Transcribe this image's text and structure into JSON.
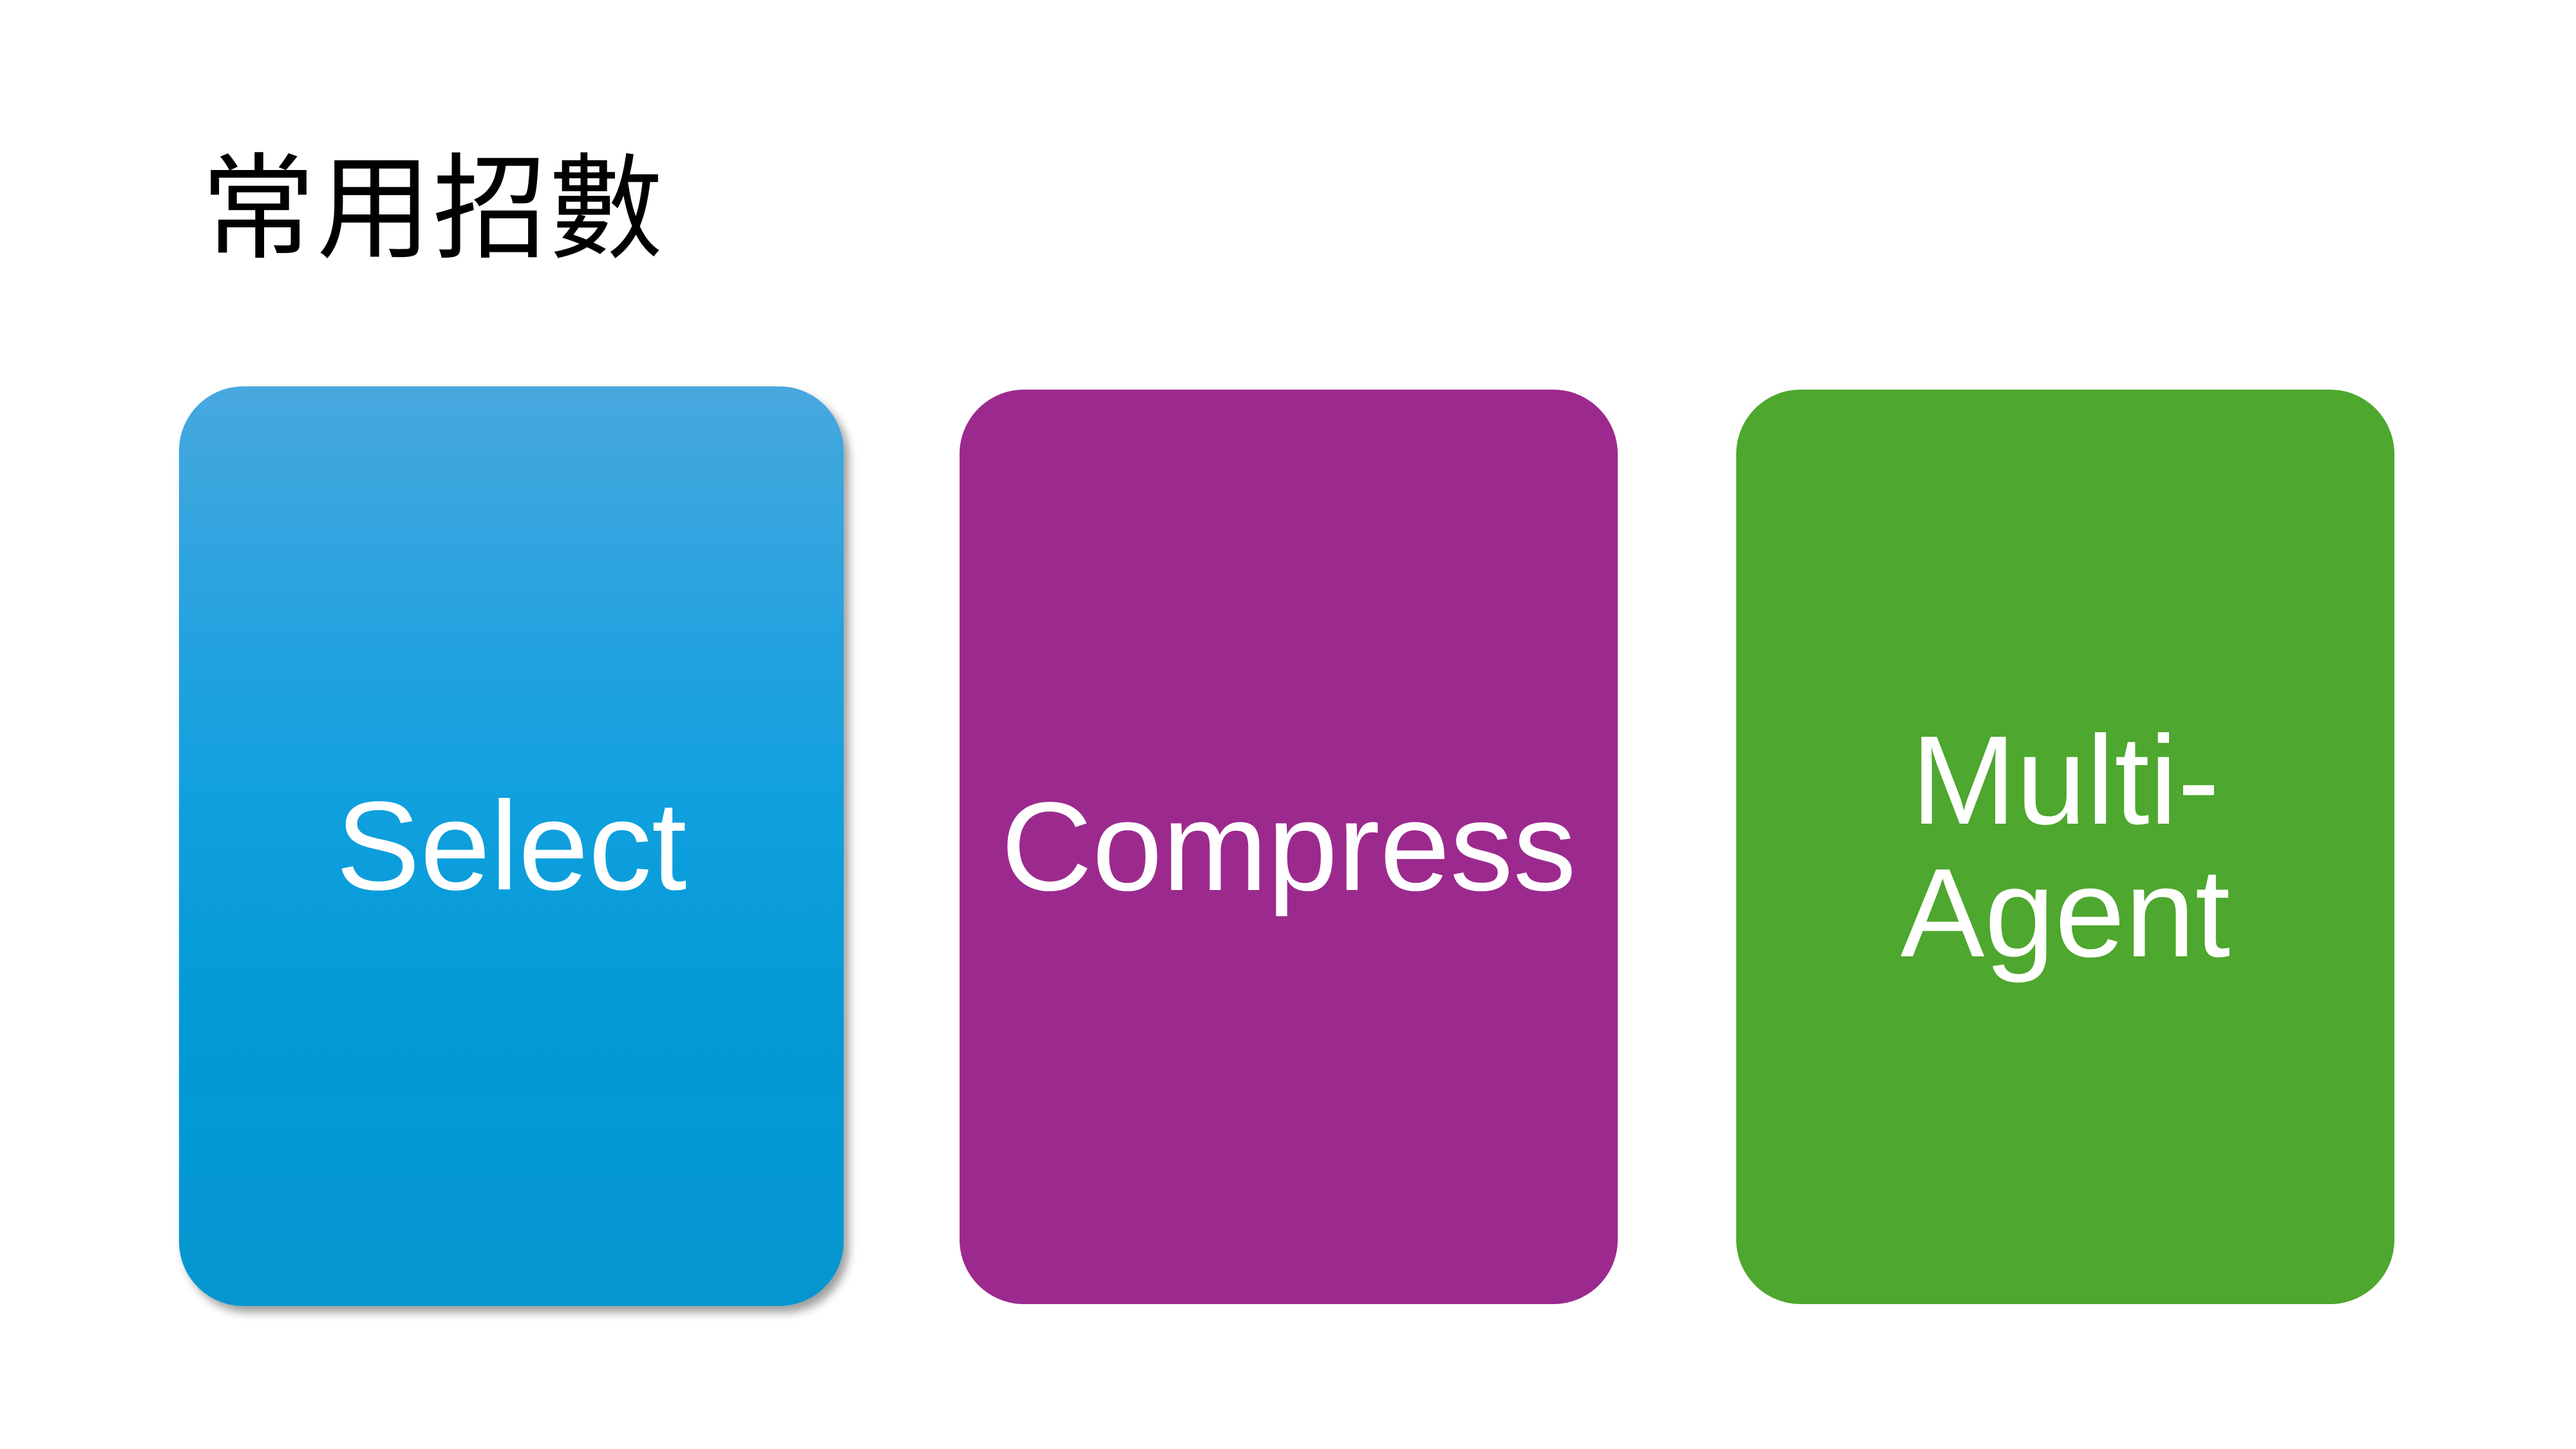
{
  "slide": {
    "title": "常用招數",
    "background": "#ffffff"
  },
  "cards": [
    {
      "id": "select",
      "label": "Select",
      "lines": [
        "Select"
      ],
      "color_top": "#48a8de",
      "color_bottom": "#0596cf",
      "has_shadow": true
    },
    {
      "id": "compress",
      "label": "Compress",
      "lines": [
        "Compress"
      ],
      "color": "#9c2a8e",
      "has_shadow": false
    },
    {
      "id": "multi-agent",
      "label": "Multi-Agent",
      "lines": [
        "Multi-",
        "Agent"
      ],
      "color": "#4ea72e",
      "has_shadow": false
    }
  ]
}
